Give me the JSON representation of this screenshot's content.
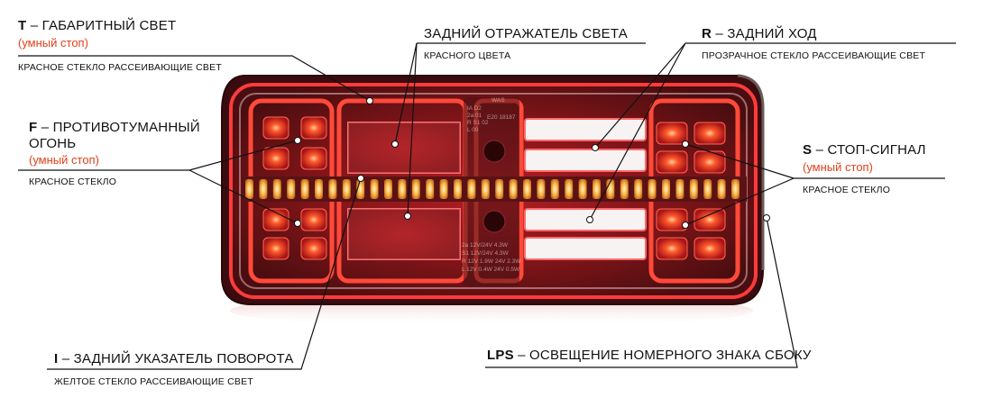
{
  "labels": {
    "t": {
      "code": "T",
      "title": " – ГАБАРИТНЫЙ СВЕТ",
      "smart": "(умный стоп)",
      "sub": "КРАСНОЕ СТЕКЛО РАССЕИВАЮЩИЕ СВЕТ"
    },
    "f": {
      "code": "F",
      "title": " – ПРОТИВОТУМАННЫЙ",
      "title2": "ОГОНЬ",
      "smart": "(умный стоп)",
      "sub": "КРАСНОЕ СТЕКЛО"
    },
    "i": {
      "code": "I",
      "title": " – ЗАДНИЙ УКАЗАТЕЛЬ ПОВОРОТА",
      "sub": "ЖЕЛТОЕ СТЕКЛО РАССЕИВАЮЩИЕ СВЕТ"
    },
    "reflector": {
      "title": "ЗАДНИЙ ОТРАЖАТЕЛЬ СВЕТА",
      "sub": "КРАСНОГО ЦВЕТА"
    },
    "r": {
      "code": "R",
      "title": " – ЗАДНИЙ ХОД",
      "sub": "ПРОЗРАЧНОЕ СТЕКЛО РАССЕИВАЮЩИЕ СВЕТ"
    },
    "s": {
      "code": "S",
      "title": " – СТОП-СИГНАЛ",
      "smart": "(умный стоп)",
      "sub": "КРАСНОЕ СТЕКЛО"
    },
    "lps": {
      "code": "LPS",
      "title": " – ОСВЕЩЕНИЕ НОМЕРНОГО ЗНАКА СБОКУ"
    }
  },
  "lamp": {
    "was": "WAS",
    "approval": [
      "IA D2",
      "2a 01",
      "R S1 02",
      "L 00"
    ],
    "cert": "E20 18187",
    "specs": [
      "2a  12V/24V  4.3W",
      "S1  12V/24V  4.3W",
      "R   12V 1.9W  24V 2.3W",
      "L   12V 0.4W  24V 0.5W"
    ]
  },
  "colors": {
    "housing": "#5a1b1d",
    "glow": "#d32a2f",
    "amber": "#f6b64a",
    "white_lens": "#f4f2f2",
    "smart_text": "#e0421b"
  }
}
